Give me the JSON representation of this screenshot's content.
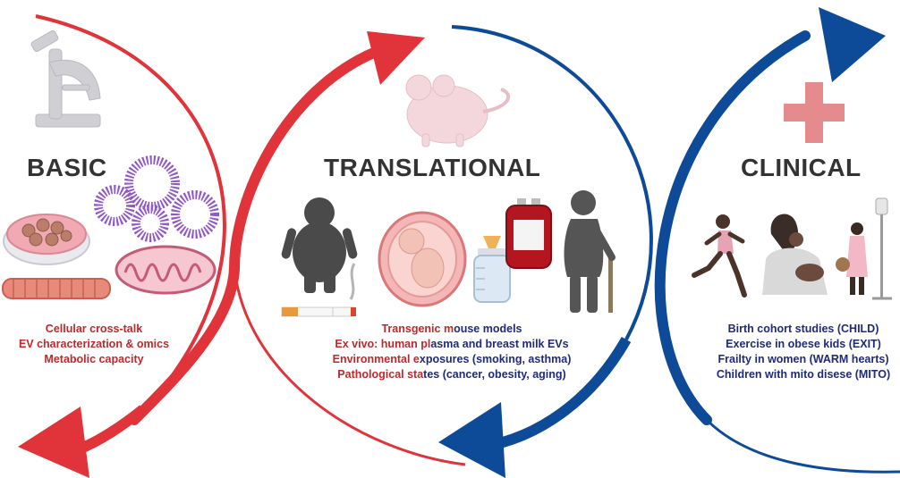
{
  "colors": {
    "red": "#e0333a",
    "blue": "#0d4a97",
    "dark_red_text": "#c0282b",
    "navy_text": "#1f2a7a",
    "heading": "#333333"
  },
  "basic": {
    "title": "BASIC",
    "items": [
      "Cellular cross-talk",
      "EV characterization & omics",
      "Metabolic capacity"
    ],
    "icons": [
      "microscope-icon",
      "petri-dish-icon",
      "vesicles-icon",
      "mitochondrion-icon",
      "muscle-fiber-icon"
    ]
  },
  "translational": {
    "title": "TRANSLATIONAL",
    "items": [
      {
        "red": "Transgenic m",
        "blue": "ouse models"
      },
      {
        "red": "Ex vivo: human pl",
        "blue": "asma and breast milk EVs"
      },
      {
        "red": "Environmental e",
        "blue": "xposures (smoking, asthma)"
      },
      {
        "red": "Pathological sta",
        "blue": "tes (cancer, obesity, aging)"
      }
    ],
    "icons": [
      "mouse-icon",
      "obese-person-icon",
      "cigarette-icon",
      "fetus-icon",
      "baby-bottle-icon",
      "blood-bag-icon",
      "elderly-person-icon"
    ]
  },
  "clinical": {
    "title": "CLINICAL",
    "items": [
      "Birth cohort studies (CHILD)",
      "Exercise in obese kids (EXIT)",
      "Frailty in women (WARM hearts)",
      "Children with mito disese (MITO)"
    ],
    "icons": [
      "medical-cross-icon",
      "runner-icon",
      "breastfeeding-mother-icon",
      "child-with-iv-icon"
    ]
  }
}
